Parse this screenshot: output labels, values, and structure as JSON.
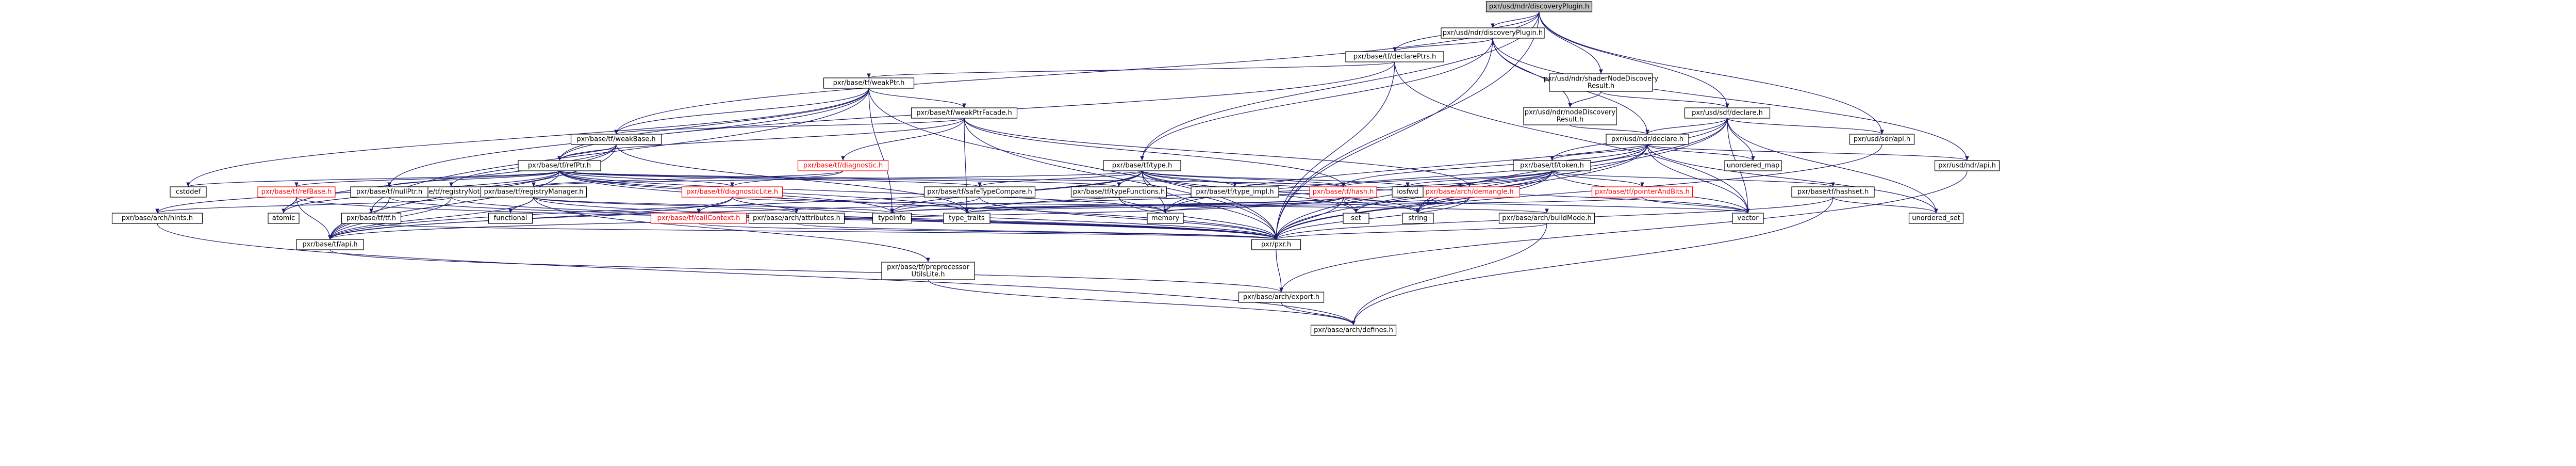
{
  "colors": {
    "edge": "#191970",
    "root_fill": "#bfbfbf",
    "node_border": "#000000",
    "truncated_node": "#ff0000",
    "outline_node": "#bfbfbf"
  },
  "nodes": {
    "root": "pxr/usd/ndr/discoveryPlugin.h",
    "usd_ndr_discoveryPlugin": "pxr/usd/ndr/discoveryPlugin.h",
    "declarePtrs": "pxr/base/tf/declarePtrs.h",
    "weakPtr": "pxr/base/tf/weakPtr.h",
    "weakPtrFacade": "pxr/base/tf/weakPtrFacade.h",
    "weakBase": "pxr/base/tf/weakBase.h",
    "refPtr": "pxr/base/tf/refPtr.h",
    "diagnostic": "pxr/base/tf/diagnostic.h",
    "tfType": "pxr/base/tf/type.h",
    "shaderNodeDiscoveryResult": "pxr/usd/ndr/shaderNodeDiscovery\nResult.h",
    "nodeDiscoveryResult": "pxr/usd/ndr/nodeDiscovery\nResult.h",
    "ndrDeclare": "pxr/usd/ndr/declare.h",
    "sdfDeclare": "pxr/usd/sdf/declare.h",
    "sdrApi": "pxr/usd/sdr/api.h",
    "ndrApi": "pxr/usd/ndr/api.h",
    "tfToken": "pxr/base/tf/token.h",
    "hashset": "pxr/base/tf/hashset.h",
    "unorderedMap": "unordered_map",
    "unorderedSet": "unordered_set",
    "registryNotifier": "pxr/base/tf/registryNotifier.h",
    "refBase": "pxr/base/tf/refBase.h",
    "nullPtr": "pxr/base/tf/nullPtr.h",
    "registryManager": "pxr/base/tf/registryManager.h",
    "diagnosticLite": "pxr/base/tf/diagnosticLite.h",
    "safeTypeCompare": "pxr/base/tf/safeTypeCompare.h",
    "typeFunctions": "pxr/base/tf/typeFunctions.h",
    "typeImpl": "pxr/base/tf/type_impl.h",
    "tfHash": "pxr/base/tf/hash.h",
    "archDemangle": "pxr/base/arch/demangle.h",
    "pointerAndBits": "pxr/base/tf/pointerAndBits.h",
    "cstddef": "cstddef",
    "iosfwd": "iosfwd",
    "archHints": "pxr/base/arch/hints.h",
    "atomic": "atomic",
    "tfH": "pxr/base/tf/tf.h",
    "functional": "functional",
    "callContext": "pxr/base/tf/callContext.h",
    "archAttributes": "pxr/base/arch/attributes.h",
    "typeinfo": "typeinfo",
    "typeTraits": "type_traits",
    "memory": "memory",
    "set": "set",
    "string": "string",
    "buildMode": "pxr/base/arch/buildMode.h",
    "vector": "vector",
    "tfApi": "pxr/base/tf/api.h",
    "pxr": "pxr/pxr.h",
    "preprocessorUtilsLite": "pxr/base/tf/preprocessor\nUtilsLite.h",
    "archExport": "pxr/base/arch/export.h",
    "archDefines": "pxr/base/arch/defines.h"
  }
}
